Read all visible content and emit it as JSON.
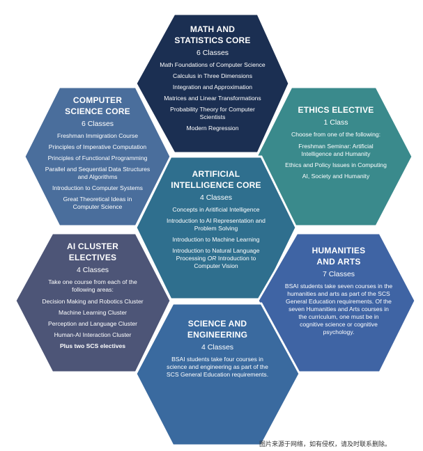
{
  "colors": {
    "math": "#1b2f52",
    "cs": "#4a6e9c",
    "ethics": "#3a8a8c",
    "ai": "#2f6f8e",
    "aicluster": "#4d5577",
    "humanities": "#3f64a4",
    "science": "#3a6a9f"
  },
  "math": {
    "title1": "MATH AND",
    "title2": "STATISTICS CORE",
    "count": "6 Classes",
    "items": [
      "Math Foundations of Computer Science",
      "Calculus in Three Dimensions",
      "Integration and Approximation",
      "Matrices and Linear Transformations",
      "Probability Theory for Computer",
      "Scientists",
      "Modern Regression"
    ]
  },
  "cs": {
    "title1": "COMPUTER",
    "title2": "SCIENCE CORE",
    "count": "6 Classes",
    "items": [
      "Freshman Immigration Course",
      "Principles of Imperative Computation",
      "Principles of Functional Programming",
      "Parallel and Sequential Data Structures",
      "and Algorithms",
      "Introduction to Computer Systems",
      "Great Theoretical Ideas in",
      "Computer Science"
    ]
  },
  "ethics": {
    "title": "ETHICS ELECTIVE",
    "count": "1 Class",
    "intro": "Choose from one of the following:",
    "items": [
      "Freshman Seminar: Artificial",
      "Intelligence and Humanity",
      "Ethics and Policy Issues in Computing",
      "AI, Society and Humanity"
    ]
  },
  "ai": {
    "title1": "ARTIFICIAL",
    "title2": "INTELLIGENCE CORE",
    "count": "4 Classes",
    "items": [
      "Concepts in Aritificial Intelligence",
      "Introduction to AI Representation and",
      "Problem Solving",
      "Introduction to Machine Learning",
      "Introduction to Natural Language",
      "Processing ",
      "OR",
      " Introduction to",
      "Computer Vision"
    ]
  },
  "aicluster": {
    "title1": "AI CLUSTER",
    "title2": "ELECTIVES",
    "count": "4 Classes",
    "intro1": "Take one course from each of the",
    "intro2": "following areas:",
    "items": [
      "Decision Making and Robotics Cluster",
      "Machine Learning Cluster",
      "Perception and Language Cluster",
      "Human-AI Interaction Cluster",
      "Plus two SCS electives"
    ]
  },
  "humanities": {
    "title1": "HUMANITIES",
    "title2": "AND ARTS",
    "count": "7 Classes",
    "lines": [
      "BSAI students take seven courses in the",
      "humanities and arts as part of the SCS",
      "General Education requirements. Of the",
      "seven Humanities and Arts courses in",
      "the curriculum, one must be in",
      "cognitive science or cognitive",
      "psychology."
    ]
  },
  "science": {
    "title1": "SCIENCE AND",
    "title2": "ENGINEERING",
    "count": "4 Classes",
    "lines": [
      "BSAI students take four courses in",
      "science and engineering as part of the",
      "SCS General Education requirements."
    ]
  },
  "watermark": "图片来源于网络，如有侵权，请及时联系删除。"
}
